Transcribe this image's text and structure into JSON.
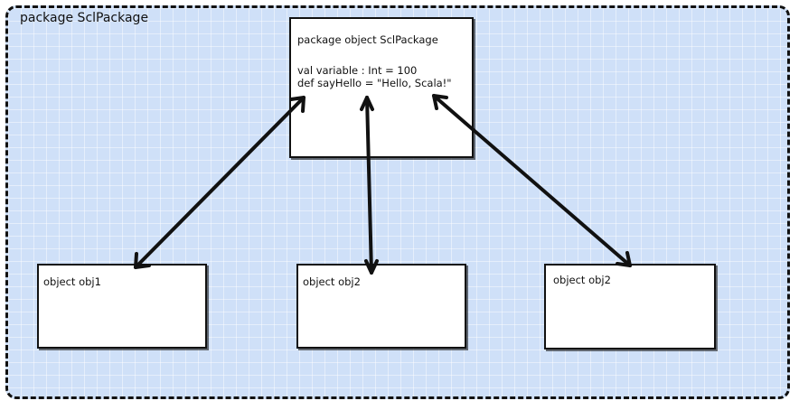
{
  "package": {
    "label": "package SclPackage"
  },
  "main_box": {
    "title": "package object SclPackage",
    "line_1": "val variable : Int = 100",
    "line_2": "def sayHello = \"Hello, Scala!\""
  },
  "objects": [
    {
      "title": "object obj1"
    },
    {
      "title": "object obj2"
    },
    {
      "title": "object obj2"
    }
  ],
  "colors": {
    "background": "#cfe0f8",
    "stroke": "#111111",
    "box_fill": "#ffffff"
  }
}
